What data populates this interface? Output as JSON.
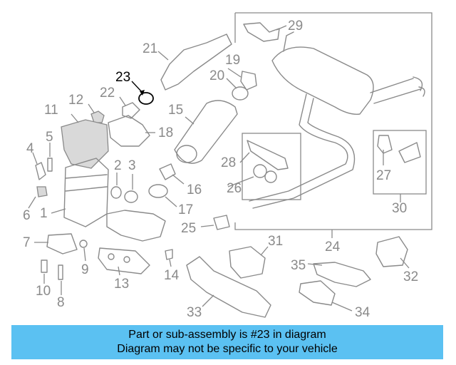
{
  "callouts": {
    "c1": "1",
    "c2": "2",
    "c3": "3",
    "c4": "4",
    "c5": "5",
    "c6": "6",
    "c7": "7",
    "c8": "8",
    "c9": "9",
    "c10": "10",
    "c11": "11",
    "c12": "12",
    "c13": "13",
    "c14": "14",
    "c15": "15",
    "c16": "16",
    "c17": "17",
    "c18": "18",
    "c19": "19",
    "c20": "20",
    "c21": "21",
    "c22": "22",
    "c23": "23",
    "c24": "24",
    "c25": "25",
    "c26": "26",
    "c27": "27",
    "c28": "28",
    "c29": "29",
    "c30": "30",
    "c31": "31",
    "c32": "32",
    "c33": "33",
    "c34": "34",
    "c35": "35"
  },
  "highlighted_part": "23",
  "banner": {
    "line1": "Part or sub-assembly is #23 in diagram",
    "line2": "Diagram may not be specific to your vehicle"
  },
  "colors": {
    "banner_bg": "#5bc1f2",
    "line_art": "#8a8a8a",
    "highlight": "#000000"
  }
}
